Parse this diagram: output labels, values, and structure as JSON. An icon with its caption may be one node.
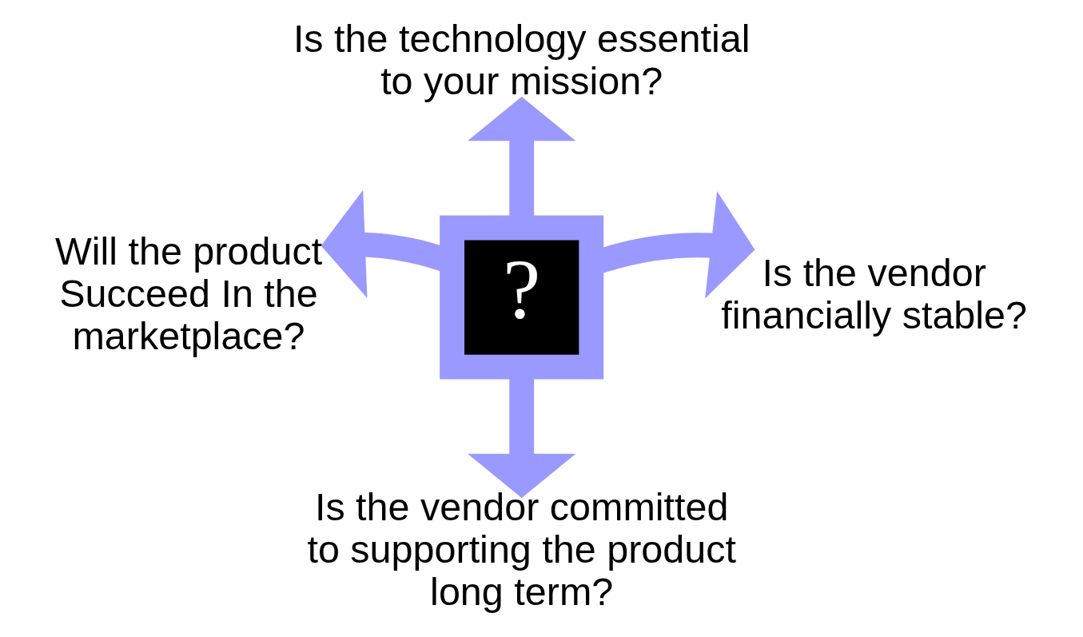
{
  "diagram": {
    "nodes": [
      {
        "text": [
          "?"
        ]
      },
      {
        "text": [
          "Is the technology essential to your mission?"
        ]
      },
      {
        "text": [
          "Will the product Succeed In the marketplace?"
        ]
      },
      {
        "text": [
          "Is the vendor financially stable?"
        ]
      },
      {
        "text": [
          "Is the vendor committed to supporting the product long term?"
        ]
      }
    ],
    "edges": [
      {
        "from": 0,
        "to": 1,
        "arrow": "to"
      },
      {
        "from": 0,
        "to": 2,
        "arrow": "to"
      },
      {
        "from": 0,
        "to": 3,
        "arrow": "to"
      },
      {
        "from": 0,
        "to": 4,
        "arrow": "to"
      }
    ]
  }
}
